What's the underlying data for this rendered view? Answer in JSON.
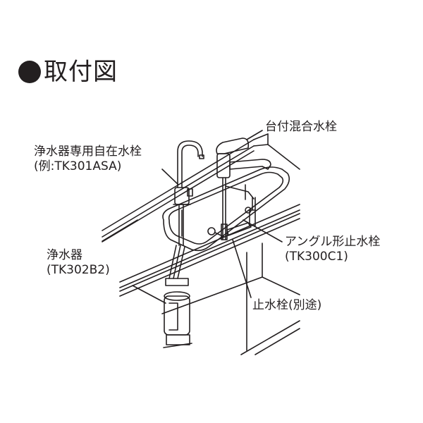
{
  "title": {
    "bullet": "●",
    "text": "取付図"
  },
  "labels": {
    "deck_mixer": {
      "line1": "台付混合水栓"
    },
    "purifier_faucet": {
      "line1": "浄水器専用自在水栓",
      "line2": "(例:TK301ASA)"
    },
    "purifier": {
      "line1": "浄水器",
      "line2": "(TK302B2)"
    },
    "angle_valve": {
      "line1": "アングル形止水栓",
      "line2": "(TK300C1)"
    },
    "stop_valve": {
      "line1": "止水栓(別途)"
    }
  },
  "colors": {
    "line": "#231f20",
    "background": "#ffffff"
  }
}
